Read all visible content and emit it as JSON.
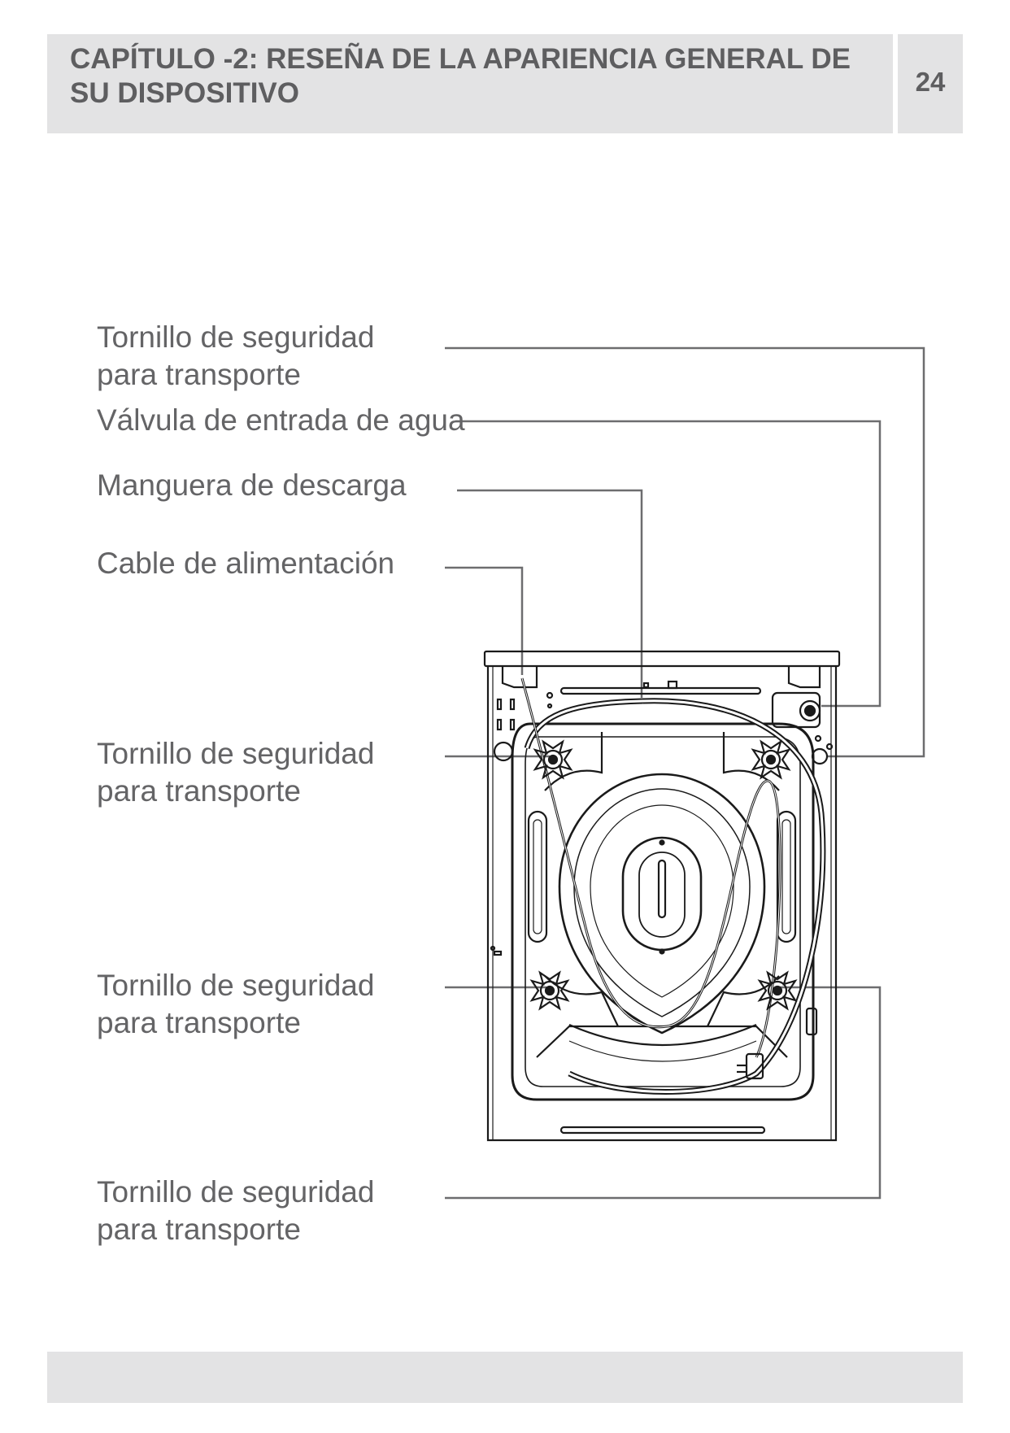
{
  "header": {
    "chapter_title": "CAPÍTULO -2:   RESEÑA DE LA APARIENCIA GENERAL DE SU DISPOSITIVO",
    "page_number": "24"
  },
  "labels": {
    "screw_top_line1": "Tornillo de seguridad",
    "screw_top_line2": "para transporte",
    "water_valve": "Válvula de entrada de agua",
    "drain_hose": "Manguera de descarga",
    "power_cable": "Cable de alimentación",
    "screw_upper_left_line1": "Tornillo de seguridad",
    "screw_upper_left_line2": "para transporte",
    "screw_lower_left_line1": "Tornillo de seguridad",
    "screw_lower_left_line2": "para transporte",
    "screw_lower_right_line1": "Tornillo de seguridad",
    "screw_lower_right_line2": "para transporte"
  },
  "colors": {
    "header_background": "#e3e3e4",
    "header_text": "#5e5e60",
    "label_text": "#646466",
    "leader_line": "#6d6d6f",
    "drawing_line": "#1a1a1a"
  }
}
